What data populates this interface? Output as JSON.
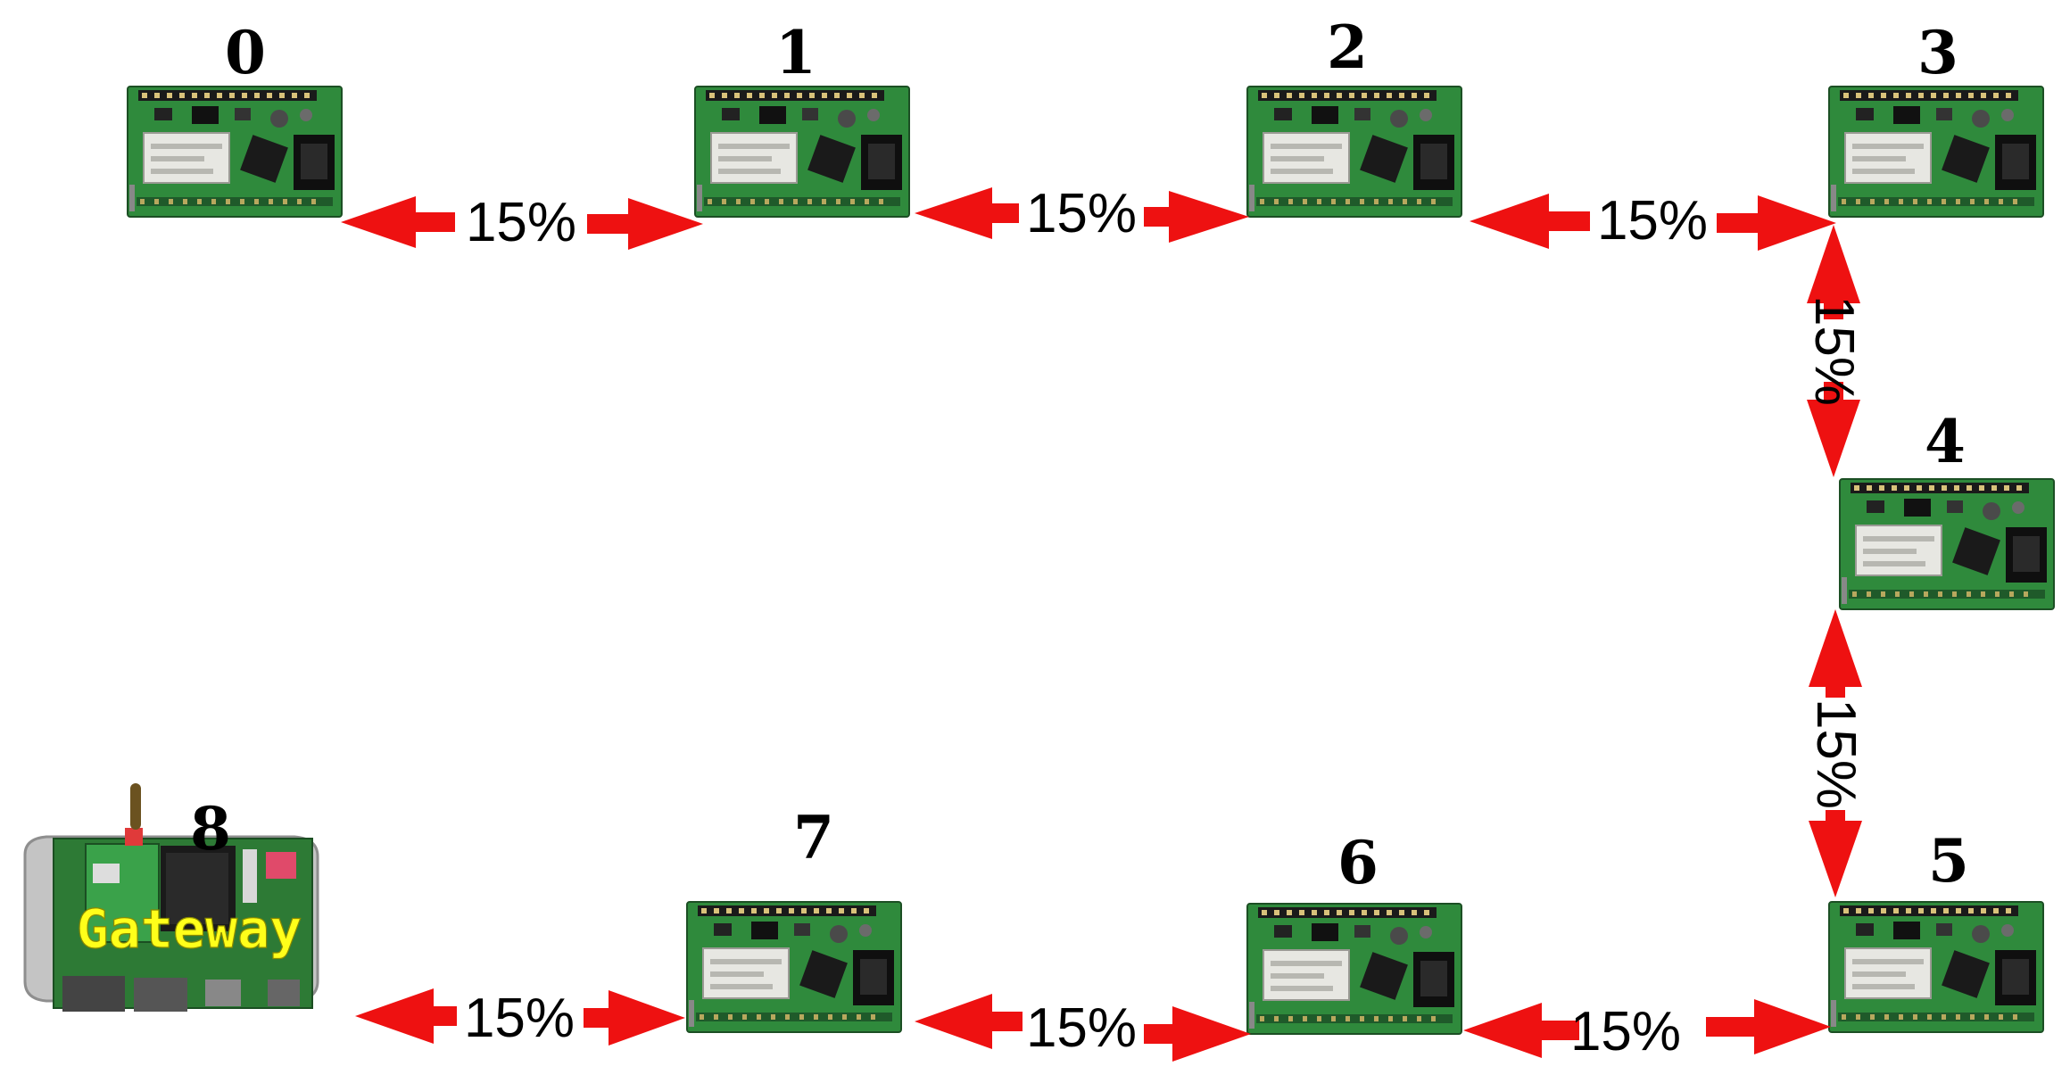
{
  "diagram": {
    "nodes": [
      {
        "id": "0",
        "label": "0",
        "type": "sensor"
      },
      {
        "id": "1",
        "label": "1",
        "type": "sensor"
      },
      {
        "id": "2",
        "label": "2",
        "type": "sensor"
      },
      {
        "id": "3",
        "label": "3",
        "type": "sensor"
      },
      {
        "id": "4",
        "label": "4",
        "type": "sensor"
      },
      {
        "id": "5",
        "label": "5",
        "type": "sensor"
      },
      {
        "id": "6",
        "label": "6",
        "type": "sensor"
      },
      {
        "id": "7",
        "label": "7",
        "type": "sensor"
      },
      {
        "id": "8",
        "label": "8",
        "type": "gateway",
        "caption": "Gateway"
      }
    ],
    "links": [
      {
        "from": "0",
        "to": "1",
        "label": "15%"
      },
      {
        "from": "1",
        "to": "2",
        "label": "15%"
      },
      {
        "from": "2",
        "to": "3",
        "label": "15%"
      },
      {
        "from": "3",
        "to": "4",
        "label": "15%"
      },
      {
        "from": "4",
        "to": "5",
        "label": "15%"
      },
      {
        "from": "5",
        "to": "6",
        "label": "15%"
      },
      {
        "from": "6",
        "to": "7",
        "label": "15%"
      },
      {
        "from": "7",
        "to": "8",
        "label": "15%"
      }
    ],
    "colors": {
      "arrow": "#ee1111",
      "board": "#2f8a3c",
      "board_dark": "#1e5e28",
      "gateway_case": "#c4c4c4",
      "gateway_text": "#ffff1a"
    }
  }
}
